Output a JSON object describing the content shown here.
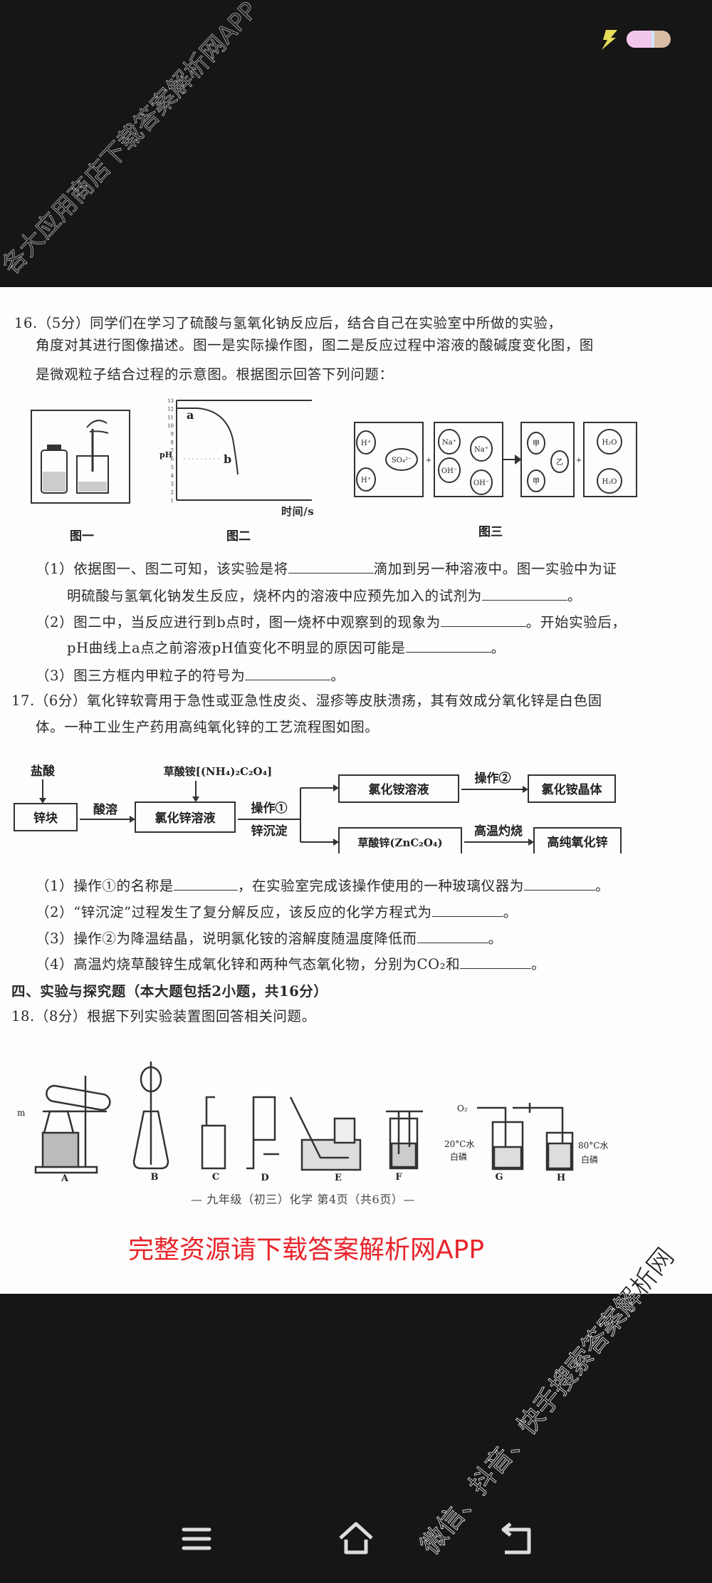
{
  "status_bar": {
    "icons": [
      "charging-bolt-icon",
      "battery-icon"
    ],
    "colors": {
      "bolt": "#e6dc5a",
      "battery_left": "#f3c6ec",
      "battery_right": "#d9bca4"
    }
  },
  "q16": {
    "line1": "16.（5分）同学们在学习了硫酸与氢氧化钠反应后，结合自己在实验室中所做的实验，",
    "line2": "角度对其进行图像描述。图一是实际操作图，图二是反应过程中溶液的酸碱度变化图，图",
    "line3": "是微观粒子结合过程的示意图。根据图示回答下列问题：",
    "fig1_caption": "图一",
    "fig2_caption": "图二",
    "fig3_caption": "图三",
    "fig2": {
      "ylabel": "pH",
      "xlabel": "时间/s",
      "yticks": [
        "1",
        "2",
        "3",
        "4",
        "5",
        "6",
        "7",
        "8",
        "9",
        "10",
        "11",
        "12",
        "13"
      ],
      "point_a": "a",
      "point_b": "b"
    },
    "fig3": {
      "box1": [
        "H⁺",
        "SO₄²⁻",
        "H⁺"
      ],
      "box2": [
        "Na⁺",
        "Na⁺",
        "OH⁻",
        "OH⁻"
      ],
      "box3": [
        "甲",
        "乙",
        "甲"
      ],
      "box4": [
        "H₂O",
        "H₂O"
      ],
      "plus": "+"
    },
    "s1a": "（1）依据图一、图二可知，该实验是将",
    "s1b": "滴加到另一种溶液中。图一实验中为证",
    "s1c": "明硫酸与氢氧化钠发生反应，烧杯内的溶液中应预先加入的试剂为",
    "s2a": "（2）图二中，当反应进行到b点时，图一烧杯中观察到的现象为",
    "s2b": "。开始实验后，",
    "s2c": "pH曲线上a点之前溶液pH值变化不明显的原因可能是",
    "s3": "（3）图三方框内甲粒子的符号为",
    "period": "。"
  },
  "q17": {
    "line1": "17.（6分）氧化锌软膏用于急性或亚急性皮炎、湿疹等皮肤溃疡，其有效成分氧化锌是白色固",
    "line2": "体。一种工业生产药用高纯氧化锌的工艺流程图如图。",
    "flow": {
      "hcl": "盐酸",
      "zn": "锌块",
      "acid": "酸溶",
      "oxalate": "草酸铵[(NH₄)₂C₂O₄]",
      "zncl2": "氯化锌溶液",
      "op1": "操作①",
      "precip": "锌沉淀",
      "nh4cl_sol": "氯化铵溶液",
      "op2": "操作②",
      "nh4cl_crystal": "氯化铵晶体",
      "znc2o4": "草酸锌(ZnC₂O₄)",
      "calcine": "高温灼烧",
      "zno": "高纯氧化锌"
    },
    "s1a": "（1）操作①的名称是",
    "s1b": "，在实验室完成该操作使用的一种玻璃仪器为",
    "s2a": "（2）“锌沉淀”过程发生了复分解反应，该反应的化学方程式为",
    "s3a": "（3）操作②为降温结晶，说明氯化铵的溶解度随温度降低而",
    "s4a": "（4）高温灼烧草酸锌生成氧化锌和两种气态氧化物，分别为CO₂和"
  },
  "section4": "四、实验与探究题（本大题包括2小题，共16分）",
  "q18": {
    "line1": "18.（8分）根据下列实验装置图回答相关问题。",
    "labels": [
      "A",
      "B",
      "C",
      "D",
      "E",
      "F",
      "G",
      "H"
    ],
    "m_label": "m",
    "o2": "O₂",
    "g_water": "20°C水",
    "g_p": "白磷",
    "h_water": "80°C水",
    "h_p": "白磷"
  },
  "footer": "— 九年级（初三）化学 第4页（共6页）—",
  "watermarks": {
    "top": "各大应用商店下载答案解析网APP",
    "middle": "完整资源请下载答案解析网APP",
    "bottom": "微信、抖音、快手搜索答案解析网",
    "middle_color": "#e8242a"
  },
  "nav_bar": {
    "icons": [
      "menu-icon",
      "home-icon",
      "back-icon"
    ]
  }
}
